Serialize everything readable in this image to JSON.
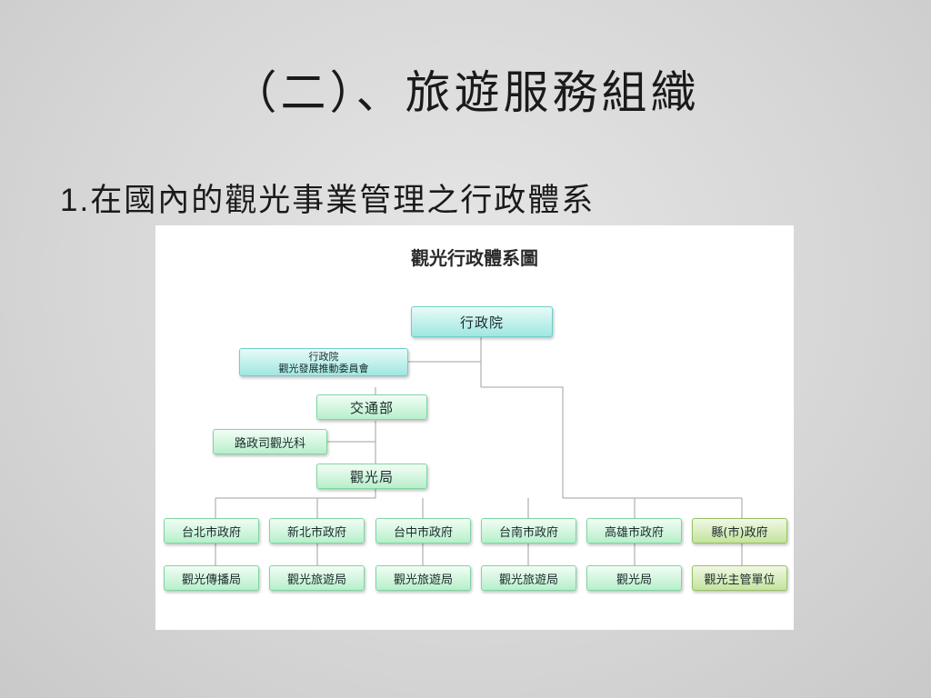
{
  "slide": {
    "title": "（二）、旅遊服務組織",
    "subtitle_num": "1.",
    "subtitle_text": "在國內的觀光事業管理之行政體系"
  },
  "diagram": {
    "title": "觀光行政體系圖",
    "executive_yuan": "行政院",
    "committee_line1": "行政院",
    "committee_line2": "觀光發展推動委員會",
    "motc": "交通部",
    "road_division": "路政司觀光科",
    "tourism_bureau": "觀光局",
    "governments": [
      {
        "name": "台北市政府",
        "agency": "觀光傳播局"
      },
      {
        "name": "新北市政府",
        "agency": "觀光旅遊局"
      },
      {
        "name": "台中市政府",
        "agency": "觀光旅遊局"
      },
      {
        "name": "台南市政府",
        "agency": "觀光旅遊局"
      },
      {
        "name": "高雄市政府",
        "agency": "觀光局"
      },
      {
        "name": "縣(市)政府",
        "agency": "觀光主管單位"
      }
    ]
  }
}
